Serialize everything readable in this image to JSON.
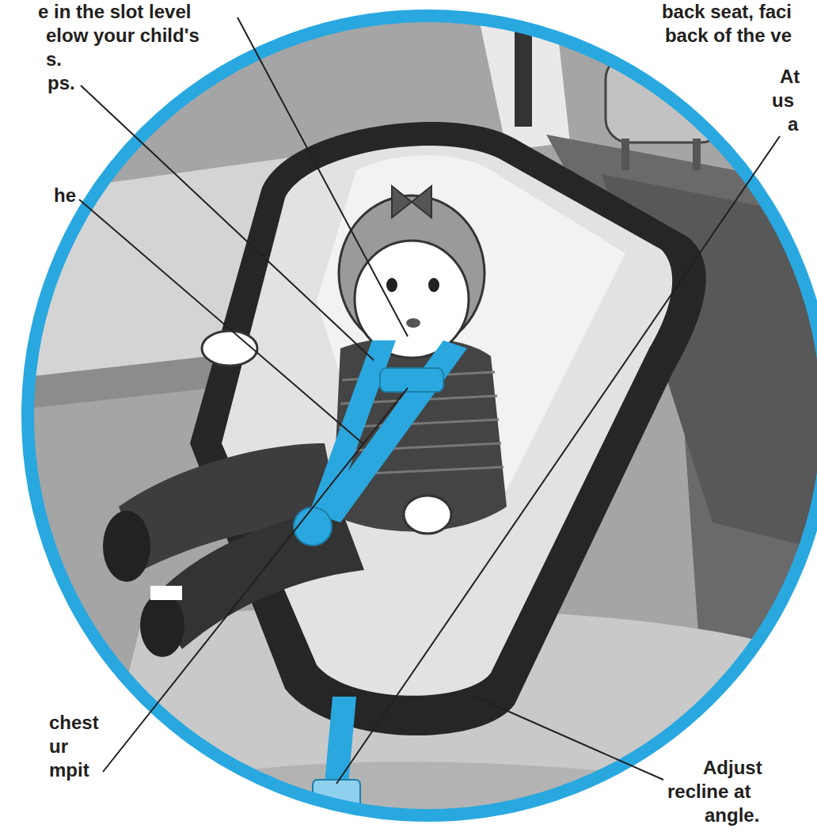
{
  "diagram": {
    "labels": [
      "e in the slot level",
      "elow your child's",
      "s.",
      "ps.",
      "he",
      "chest",
      "ur",
      "mpit",
      "back seat, faci",
      "back of the ve",
      "At",
      "us",
      "a",
      "Adjust",
      "recline at",
      "angle."
    ]
  }
}
